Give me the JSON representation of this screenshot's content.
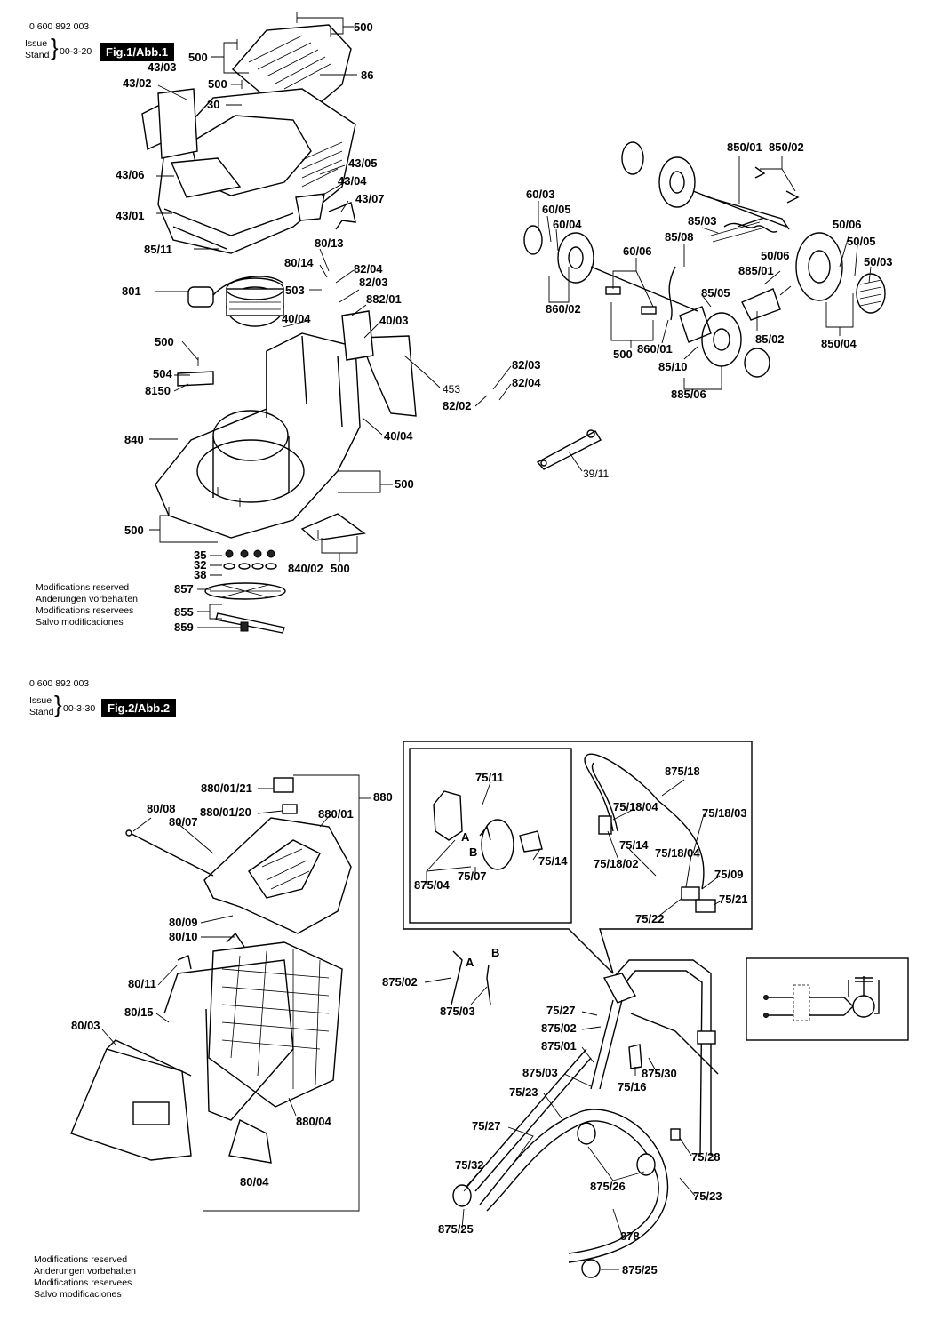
{
  "sheet": {
    "part_number_top": "0 600 892 003",
    "part_number_bottom": "0 600 892 003",
    "issue_label": "Issue",
    "stand_label": "Stand",
    "date_fig1": "00-3-20",
    "date_fig2": "00-3-30",
    "fig1_title": "Fig.1/Abb.1",
    "fig2_title": "Fig.2/Abb.2"
  },
  "notes": [
    "Modifications reserved",
    "Anderungen vorbehalten",
    "Modifications reservees",
    "Salvo modificaciones"
  ],
  "fig1_labels": [
    "500",
    "500",
    "500",
    "86",
    "43/03",
    "43/02",
    "30",
    "43/06",
    "43/05",
    "43/04",
    "43/07",
    "43/01",
    "85/11",
    "80/13",
    "80/14",
    "82/04",
    "503",
    "82/03",
    "801",
    "882/01",
    "40/04",
    "40/03",
    "500",
    "504",
    "8150",
    "453",
    "82/03",
    "82/04",
    "82/02",
    "40/04",
    "840",
    "500",
    "500",
    "35",
    "32",
    "38",
    "840/02",
    "500",
    "857",
    "855",
    "859",
    "39/11"
  ],
  "fig1_wheel_labels": [
    "850/01",
    "850/02",
    "60/03",
    "60/05",
    "60/04",
    "85/03",
    "85/08",
    "50/06",
    "50/05",
    "50/03",
    "60/06",
    "885/01",
    "50/06",
    "85/05",
    "860/02",
    "860/01",
    "85/02",
    "500",
    "85/10",
    "850/04",
    "885/06"
  ],
  "fig2_labels": [
    "880/01/21",
    "880",
    "80/08",
    "880/01/20",
    "80/07",
    "880/01",
    "80/09",
    "80/10",
    "80/11",
    "80/15",
    "80/03",
    "880/04",
    "80/04"
  ],
  "fig2_switch_labels": [
    "75/11",
    "875/18",
    "75/18/04",
    "75/18/03",
    "A",
    "B",
    "75/14",
    "75/14",
    "75/18/04",
    "75/18/02",
    "875/04",
    "75/07",
    "75/09",
    "75/21",
    "75/22"
  ],
  "fig2_handle_labels": [
    "A",
    "B",
    "875/02",
    "875/03",
    "75/27",
    "875/02",
    "875/01",
    "75/16",
    "875/30",
    "875/03",
    "75/23",
    "75/27",
    "75/28",
    "75/32",
    "875/26",
    "75/23",
    "875/25",
    "878",
    "875/25"
  ]
}
